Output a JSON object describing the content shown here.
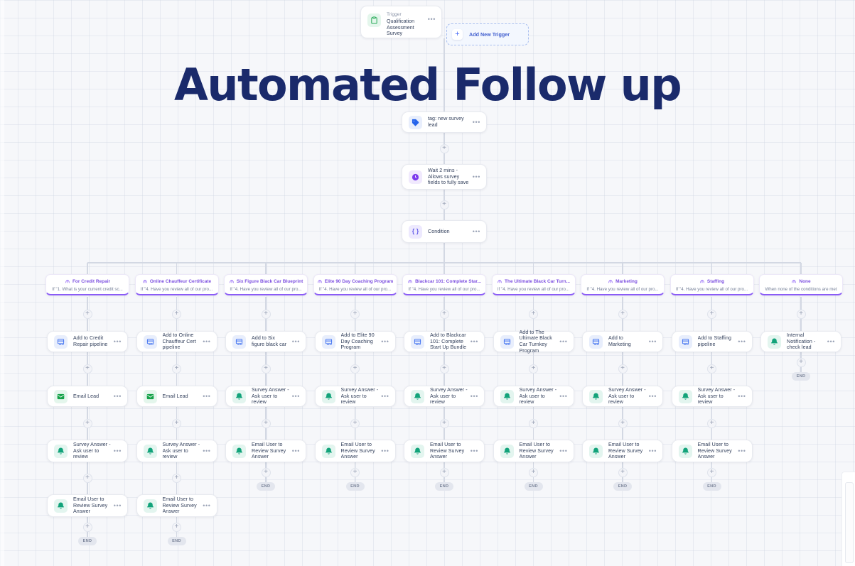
{
  "title": "Automated Follow up",
  "trigger": {
    "label": "Trigger",
    "name": "Qualification Assessment Survey",
    "icon": "clipboard-icon",
    "menu": "•••"
  },
  "add_trigger": {
    "label": "Add New Trigger",
    "icon": "plus-icon"
  },
  "spine": [
    {
      "id": "tag",
      "label": "tag: new survey lead",
      "icon": "tag-icon",
      "accent": "#2563eb"
    },
    {
      "id": "wait",
      "label": "Wait 2 mins - Allows survey fields to fully save",
      "icon": "clock-icon",
      "accent": "#7c3aed"
    },
    {
      "id": "condition",
      "label": "Condition",
      "icon": "braces-icon",
      "accent": "#4f46e5"
    }
  ],
  "branch_color": "#8b5cf6",
  "branches": [
    {
      "title": "For Credit Repair",
      "subtitle": "If \"1. What is your current credit sc...",
      "steps": [
        {
          "label": "Add to Credit Repair pipeline",
          "icon": "pipeline-icon",
          "color": "blue"
        },
        {
          "label": "Email Lead",
          "icon": "envelope-icon",
          "color": "green"
        },
        {
          "label": "Survey Answer - Ask user to review",
          "icon": "bell-icon",
          "color": "teal"
        },
        {
          "label": "Email User to Review Survey Answer",
          "icon": "bell-icon",
          "color": "teal"
        }
      ],
      "end": "END"
    },
    {
      "title": "Online Chauffeur Certificate",
      "subtitle": "If \"4. Have you review all of our pro...",
      "steps": [
        {
          "label": "Add to Online Chauffeur Cert pipeline",
          "icon": "pipeline-icon",
          "color": "blue"
        },
        {
          "label": "Email Lead",
          "icon": "envelope-icon",
          "color": "green"
        },
        {
          "label": "Survey Answer - Ask user to review",
          "icon": "bell-icon",
          "color": "teal"
        },
        {
          "label": "Email User to Review Survey Answer",
          "icon": "bell-icon",
          "color": "teal"
        }
      ],
      "end": "END"
    },
    {
      "title": "Six Figure Black Car Blueprint",
      "subtitle": "If \"4. Have you review all of our pro...",
      "steps": [
        {
          "label": "Add to Six figure black car",
          "icon": "pipeline-icon",
          "color": "blue"
        },
        {
          "label": "Survey Answer - Ask user to review",
          "icon": "bell-icon",
          "color": "teal"
        },
        {
          "label": "Email User to Review Survey Answer",
          "icon": "bell-icon",
          "color": "teal"
        }
      ],
      "end": "END"
    },
    {
      "title": "Elite 90 Day Coaching Program",
      "subtitle": "If \"4. Have you review all of our pro...",
      "steps": [
        {
          "label": "Add to Elite 90 Day Coaching Program",
          "icon": "pipeline-icon",
          "color": "blue"
        },
        {
          "label": "Survey Answer - Ask user to review",
          "icon": "bell-icon",
          "color": "teal"
        },
        {
          "label": "Email User to Review Survey Answer",
          "icon": "bell-icon",
          "color": "teal"
        }
      ],
      "end": "END"
    },
    {
      "title": "Blackcar 101: Complete Star...",
      "subtitle": "If \"4. Have you review all of our pro...",
      "steps": [
        {
          "label": "Add to Blackcar 101: Complete Start Up Bundle",
          "icon": "pipeline-icon",
          "color": "blue"
        },
        {
          "label": "Survey Answer - Ask user to review",
          "icon": "bell-icon",
          "color": "teal"
        },
        {
          "label": "Email User to Review Survey Answer",
          "icon": "bell-icon",
          "color": "teal"
        }
      ],
      "end": "END"
    },
    {
      "title": "The Ultimate Black Car Turn...",
      "subtitle": "If \"4. Have you review all of our pro...",
      "steps": [
        {
          "label": "Add to The Ultimate Black Car Turnkey Program",
          "icon": "pipeline-icon",
          "color": "blue"
        },
        {
          "label": "Survey Answer - Ask user to review",
          "icon": "bell-icon",
          "color": "teal"
        },
        {
          "label": "Email User to Review Survey Answer",
          "icon": "bell-icon",
          "color": "teal"
        }
      ],
      "end": "END"
    },
    {
      "title": "Marketing",
      "subtitle": "If \"4. Have you review all of our pro...",
      "steps": [
        {
          "label": "Add to Marketing",
          "icon": "pipeline-icon",
          "color": "blue"
        },
        {
          "label": "Survey Answer - Ask user to review",
          "icon": "bell-icon",
          "color": "teal"
        },
        {
          "label": "Email User to Review Survey Answer",
          "icon": "bell-icon",
          "color": "teal"
        }
      ],
      "end": "END"
    },
    {
      "title": "Staffing",
      "subtitle": "If \"4. Have you review all of our pro...",
      "steps": [
        {
          "label": "Add to Staffing pipeline",
          "icon": "pipeline-icon",
          "color": "blue"
        },
        {
          "label": "Survey Answer - Ask user to review",
          "icon": "bell-icon",
          "color": "teal"
        },
        {
          "label": "Email User to Review Survey Answer",
          "icon": "bell-icon",
          "color": "teal"
        }
      ],
      "end": "END"
    },
    {
      "title": "None",
      "subtitle": "When none of the conditions are met",
      "steps": [
        {
          "label": "Internal Notification - check lead",
          "icon": "bell-icon",
          "color": "teal"
        }
      ],
      "end": "END"
    }
  ],
  "menu_glyph": "•••",
  "plus_glyph": "+"
}
